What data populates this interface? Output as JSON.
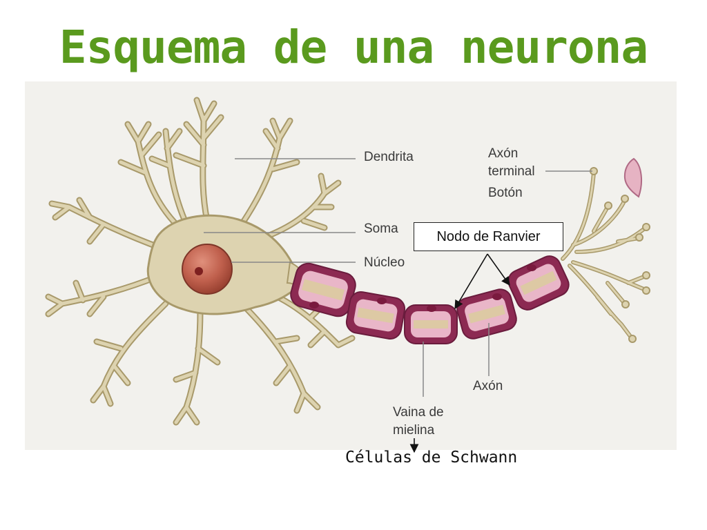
{
  "title": "Esquema de una neurona",
  "labels": {
    "dendrita": "Dendrita",
    "axon_terminal_line1": "Axón",
    "axon_terminal_line2": "terminal",
    "boton": "Botón",
    "soma": "Soma",
    "nucleo": "Núcleo",
    "axon": "Axón",
    "vaina_line1": "Vaina de",
    "vaina_line2": "mielina"
  },
  "annotations": {
    "nodo_ranvier": "Nodo de Ranvier",
    "celulas_schwann": "Células de Schwann"
  },
  "colors": {
    "title": "#5a9a1e",
    "cell_body": "#ddd3b0",
    "cell_outline": "#a8996a",
    "nucleus": "#c0604d",
    "myelin": "#8c2a52",
    "myelin_inner": "#e9b6c8",
    "axon_core": "#ddc9a4"
  }
}
